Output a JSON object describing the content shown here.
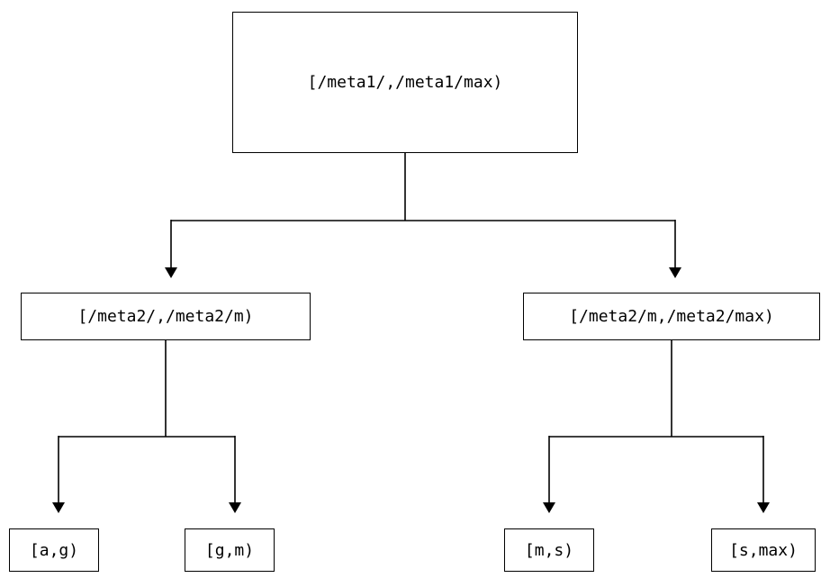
{
  "tree": {
    "root": {
      "label": "[/meta1/,/meta1/max)"
    },
    "children": [
      {
        "label": "[/meta2/,/meta2/m)",
        "leaves": [
          {
            "label": "[a,g)"
          },
          {
            "label": "[g,m)"
          }
        ]
      },
      {
        "label": "[/meta2/m,/meta2/max)",
        "leaves": [
          {
            "label": "[m,s)"
          },
          {
            "label": "[s,max)"
          }
        ]
      }
    ]
  },
  "colors": {
    "background": "#ffffff",
    "line": "#000000",
    "box_border": "#000000",
    "text": "#000000"
  }
}
